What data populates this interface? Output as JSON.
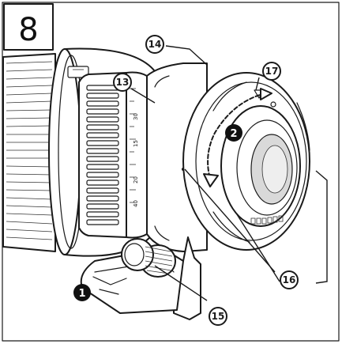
{
  "step": {
    "number": "8"
  },
  "callouts": {
    "c13": "13",
    "c14": "14",
    "c15": "15",
    "c16": "16",
    "c17": "17"
  },
  "badges": {
    "b1": "1",
    "b2": "2"
  },
  "focus_scale": [
    "30",
    "15",
    "20",
    "40"
  ]
}
